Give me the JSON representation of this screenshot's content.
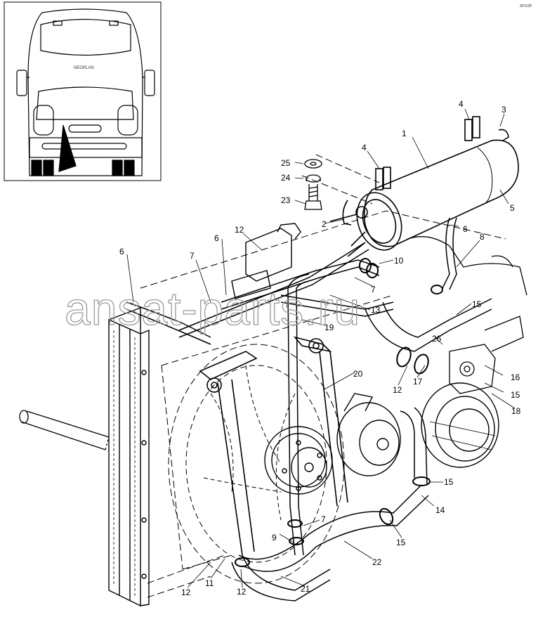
{
  "corner_mark": "ansat",
  "inset": {
    "brand_text": "NEOPLAN"
  },
  "watermark": "ansat-parts.ru",
  "callouts": [
    {
      "id": "c1",
      "text": "1"
    },
    {
      "id": "c2",
      "text": "2"
    },
    {
      "id": "c3",
      "text": "3"
    },
    {
      "id": "c4a",
      "text": "4"
    },
    {
      "id": "c4b",
      "text": "4"
    },
    {
      "id": "c5",
      "text": "5"
    },
    {
      "id": "c6a",
      "text": "6"
    },
    {
      "id": "c6b",
      "text": "6"
    },
    {
      "id": "c6c",
      "text": "6"
    },
    {
      "id": "c7a",
      "text": "7"
    },
    {
      "id": "c7b",
      "text": "7"
    },
    {
      "id": "c7c",
      "text": "7"
    },
    {
      "id": "c8",
      "text": "8"
    },
    {
      "id": "c9",
      "text": "9"
    },
    {
      "id": "c10",
      "text": "10"
    },
    {
      "id": "c11",
      "text": "11"
    },
    {
      "id": "c12a",
      "text": "12"
    },
    {
      "id": "c12b",
      "text": "12"
    },
    {
      "id": "c12c",
      "text": "12"
    },
    {
      "id": "c12d",
      "text": "12"
    },
    {
      "id": "c13",
      "text": "13"
    },
    {
      "id": "c14",
      "text": "14"
    },
    {
      "id": "c15a",
      "text": "15"
    },
    {
      "id": "c15b",
      "text": "15"
    },
    {
      "id": "c15c",
      "text": "15"
    },
    {
      "id": "c15d",
      "text": "15"
    },
    {
      "id": "c16",
      "text": "16"
    },
    {
      "id": "c17",
      "text": "17"
    },
    {
      "id": "c18",
      "text": "18"
    },
    {
      "id": "c19",
      "text": "19"
    },
    {
      "id": "c20",
      "text": "20"
    },
    {
      "id": "c21",
      "text": "21"
    },
    {
      "id": "c22",
      "text": "22"
    },
    {
      "id": "c23",
      "text": "23"
    },
    {
      "id": "c24",
      "text": "24"
    },
    {
      "id": "c25",
      "text": "25"
    },
    {
      "id": "c26",
      "text": "26"
    }
  ]
}
